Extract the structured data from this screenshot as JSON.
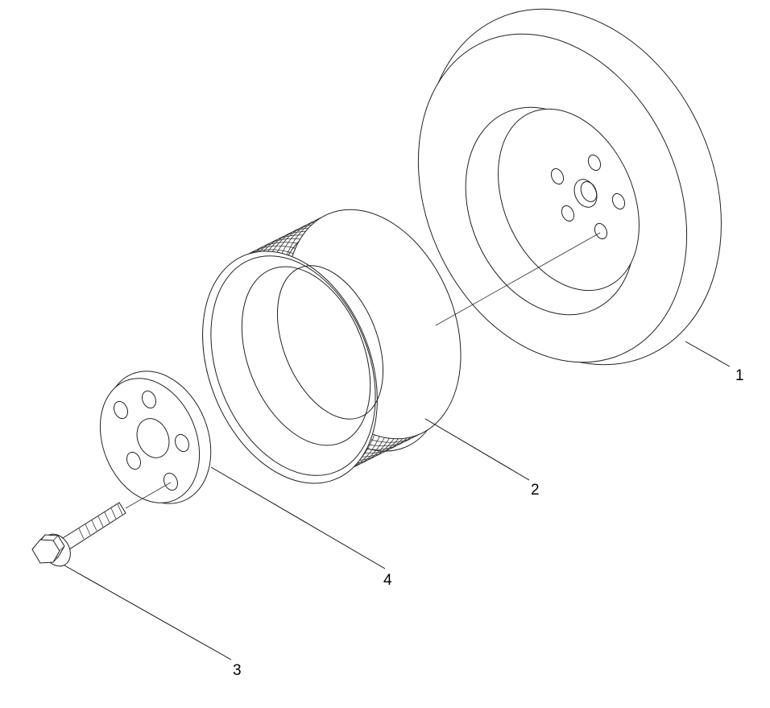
{
  "diagram": {
    "parts": [
      {
        "id": "damper",
        "callout": "1"
      },
      {
        "id": "pulley",
        "callout": "2"
      },
      {
        "id": "bolt",
        "callout": "3"
      },
      {
        "id": "washer-plate",
        "callout": "4"
      }
    ]
  }
}
